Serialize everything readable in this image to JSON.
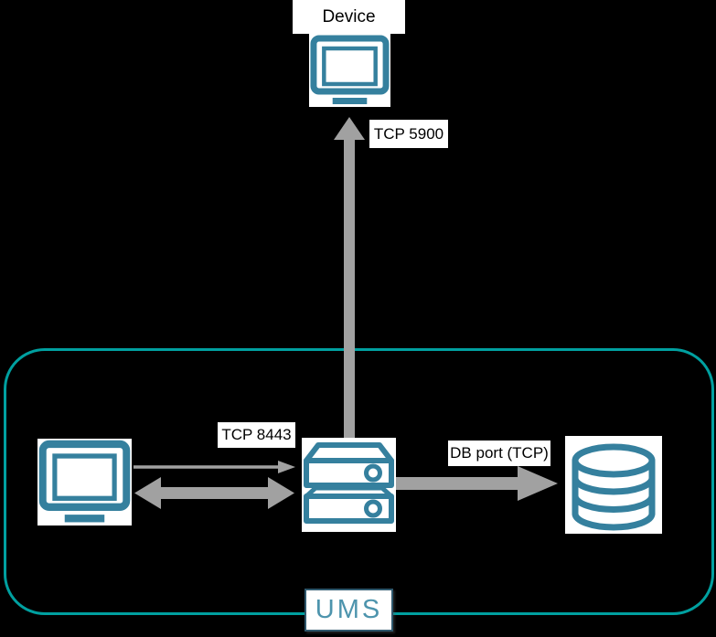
{
  "diagram": {
    "nodes": {
      "device": {
        "label": "Device",
        "icon": "monitor-icon"
      },
      "console": {
        "icon": "monitor-icon"
      },
      "ums_server": {
        "icon": "server-icon"
      },
      "database": {
        "icon": "database-icon"
      }
    },
    "edges": {
      "server_to_device": {
        "label": "TCP 5900",
        "direction": "up",
        "style": "thick-arrow"
      },
      "console_to_server": {
        "label": "TCP 8443",
        "direction": "right",
        "style": "thin-arrow"
      },
      "console_server_bidirectional": {
        "direction": "both",
        "style": "thick-double-arrow"
      },
      "server_to_database": {
        "label": "DB port (TCP)",
        "direction": "right",
        "style": "thick-arrow"
      }
    },
    "container": {
      "label": "UMS"
    }
  },
  "colors": {
    "background": "#000000",
    "icon_teal": "#35809e",
    "container_border": "#00a0a0",
    "arrow_gray": "#a1a1a1",
    "label_bg": "#ffffff",
    "label_text": "#000000",
    "ums_text": "#4d94ad",
    "ums_border": "#2f586d"
  }
}
